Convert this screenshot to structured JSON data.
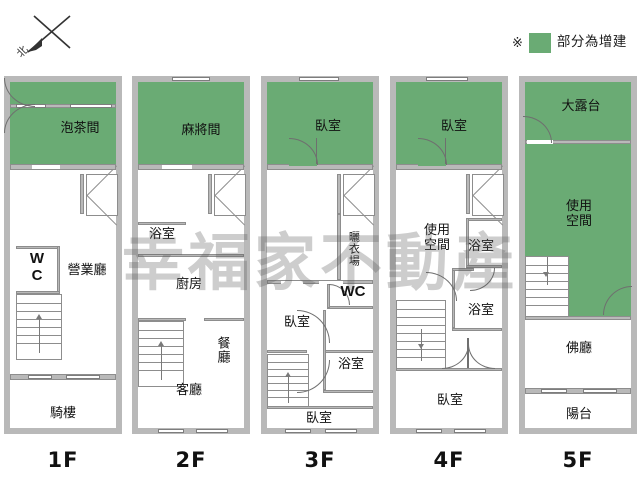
{
  "meta": {
    "watermark": "幸福家不動產",
    "compass_label": "北"
  },
  "legend": {
    "mark": "※",
    "swatch_color": "#6aab74",
    "text": "部分為增建"
  },
  "palette": {
    "extension_green": "#6aab74",
    "wall_gray": "#b9b9b9",
    "wall_edge": "#8d8d8d",
    "background": "#ffffff",
    "text": "#111111"
  },
  "floors": [
    {
      "id": "1F",
      "label": "1F",
      "rooms": [
        {
          "name": "泡茶間",
          "is_extension": true
        },
        {
          "name": "WC",
          "is_extension": false
        },
        {
          "name": "營業廳",
          "is_extension": false
        },
        {
          "name": "騎樓",
          "is_extension": false
        }
      ]
    },
    {
      "id": "2F",
      "label": "2F",
      "rooms": [
        {
          "name": "麻將間",
          "is_extension": true
        },
        {
          "name": "浴室",
          "is_extension": false
        },
        {
          "name": "廚房",
          "is_extension": false
        },
        {
          "name": "餐廳",
          "is_extension": false
        },
        {
          "name": "客廳",
          "is_extension": false
        }
      ]
    },
    {
      "id": "3F",
      "label": "3F",
      "rooms": [
        {
          "name": "臥室",
          "is_extension": true
        },
        {
          "name": "曬衣場",
          "is_extension": false
        },
        {
          "name": "臥室",
          "is_extension": false
        },
        {
          "name": "WC",
          "is_extension": false
        },
        {
          "name": "浴室",
          "is_extension": false
        },
        {
          "name": "臥室",
          "is_extension": false
        }
      ]
    },
    {
      "id": "4F",
      "label": "4F",
      "rooms": [
        {
          "name": "臥室",
          "is_extension": true
        },
        {
          "name": "使用空間",
          "is_extension": false
        },
        {
          "name": "浴室",
          "is_extension": false
        },
        {
          "name": "浴室",
          "is_extension": false
        },
        {
          "name": "臥室",
          "is_extension": false
        }
      ]
    },
    {
      "id": "5F",
      "label": "5F",
      "rooms": [
        {
          "name": "大露台",
          "is_extension": true
        },
        {
          "name": "使用空間",
          "is_extension": true
        },
        {
          "name": "佛廳",
          "is_extension": false
        },
        {
          "name": "陽台",
          "is_extension": false
        }
      ]
    }
  ],
  "labels": {
    "f1": {
      "paochajian": "泡茶間",
      "wc": "W\nC",
      "yingyeting": "營業廳",
      "qilou": "騎樓"
    },
    "f2": {
      "majiangjian": "麻將間",
      "yushi": "浴室",
      "chufang": "廚房",
      "canting": "餐廳",
      "keting": "客廳"
    },
    "f3": {
      "woshi_top": "臥室",
      "shaiyichang": "曬衣場",
      "woshi_mid": "臥室",
      "wc": "WC",
      "yushi": "浴室",
      "woshi_bot": "臥室"
    },
    "f4": {
      "woshi_top": "臥室",
      "shiyong": "使用\n空間",
      "yushi_upper": "浴室",
      "yushi_lower": "浴室",
      "woshi_bot": "臥室"
    },
    "f5": {
      "dalutai": "大露台",
      "shiyong": "使用\n空間",
      "foting": "佛廳",
      "yangtai": "陽台"
    }
  },
  "floor_labels": {
    "f1": "1F",
    "f2": "2F",
    "f3": "3F",
    "f4": "4F",
    "f5": "5F"
  }
}
